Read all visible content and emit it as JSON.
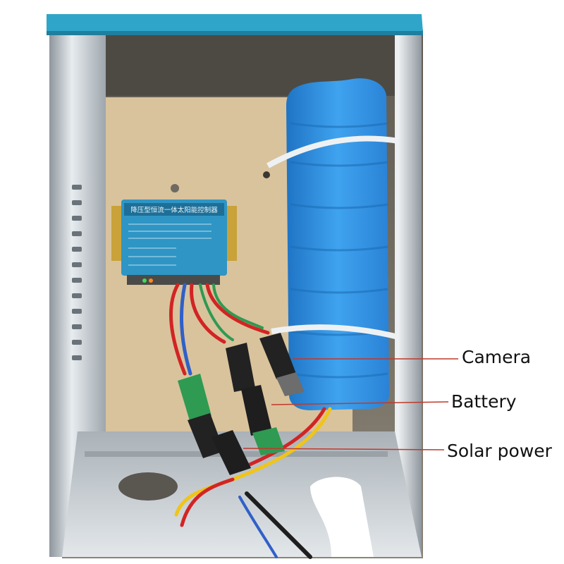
{
  "photo": {
    "subject": "",
    "colors": {
      "lid": "#2fa6c9",
      "battery": "#2b8fd9",
      "controller": "#2f95c4",
      "backplate": "#d8c29a",
      "steel": "#c9d0d6",
      "wire_red": "#d22424",
      "wire_green": "#2f9a52",
      "wire_blue": "#3060c8",
      "wire_yellow": "#f0c419",
      "connector": "#1e1e1e",
      "callout_line": "#c0392b"
    }
  },
  "controller": {
    "title_text": "降压型恒流一体太阳能控制器"
  },
  "callouts": [
    {
      "label": "Camera"
    },
    {
      "label": "Battery"
    },
    {
      "label": "Solar power"
    }
  ]
}
